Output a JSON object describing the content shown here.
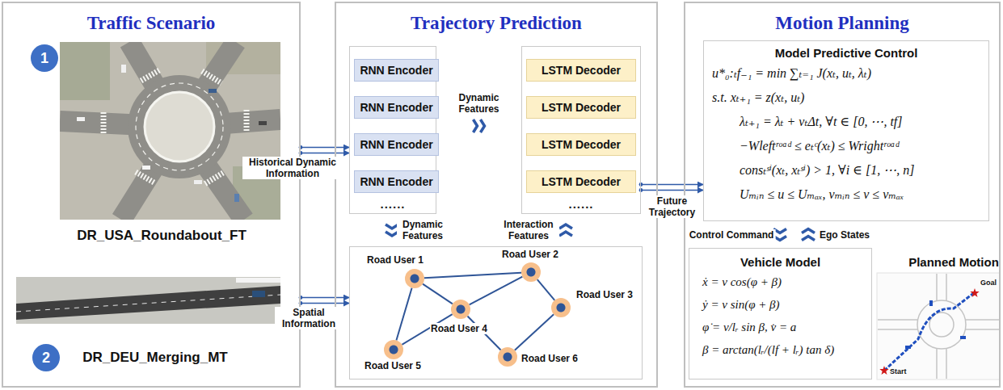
{
  "diagram": {
    "nodes": [
      {
        "text": [
          "Traffic Scenario"
        ]
      },
      {
        "text": [
          "1"
        ],
        "in": 0
      },
      {
        "text": [
          "2"
        ],
        "in": 0
      },
      {
        "text": [
          "Trajectory Prediction"
        ]
      },
      {
        "text": [
          "......"
        ],
        "in": 3
      },
      {
        "text": [
          "RNN Encoder"
        ],
        "in": 4
      },
      {
        "text": [
          "RNN Encoder"
        ],
        "in": 4
      },
      {
        "text": [
          "RNN Encoder"
        ],
        "in": 4
      },
      {
        "text": [
          "RNN Encoder"
        ],
        "in": 4
      },
      {
        "text": [
          "......"
        ],
        "in": 3
      },
      {
        "text": [
          "LSTM Decoder"
        ],
        "in": 9
      },
      {
        "text": [
          "LSTM Decoder"
        ],
        "in": 9
      },
      {
        "text": [
          "LSTM Decoder"
        ],
        "in": 9
      },
      {
        "text": [
          "LSTM Decoder"
        ],
        "in": 9
      },
      {
        "text": [],
        "in": 3
      },
      {
        "text": [
          "Road User 1"
        ],
        "in": 14
      },
      {
        "text": [
          "Road User 2"
        ],
        "in": 14
      },
      {
        "text": [
          "Road User 3"
        ],
        "in": 14
      },
      {
        "text": [
          "Road User 4"
        ],
        "in": 14
      },
      {
        "text": [
          "Road User 5"
        ],
        "in": 14
      },
      {
        "text": [
          "Road User 6"
        ],
        "in": 14
      },
      {
        "text": [
          "Motion Planning"
        ]
      },
      {
        "text": [
          "Model Predictive Control",
          "u*₀:ₜf₋₁ = min ∑ₜ₌₁ J(xₜ, uₜ, λₜ)",
          "s.t. xₜ₊₁ = z(xₜ, uₜ)",
          "λₜ₊₁ = λₜ + vₜΔt, ∀t ∈ [0, ⋯, tf]",
          "−Wleftʳᵒᵃᵈ ≤ eₜᶜ(xₜ) ≤ Wrightʳᵒᵃᵈ",
          "consₜˢⁱ(xₜ, xₜˢⁱ) > 1, ∀i ∈ [1, ⋯, n]",
          "Uₘᵢₙ ≤ u ≤ Uₘₐₓ, vₘᵢₙ ≤ v ≤ vₘₐₓ"
        ],
        "in": 21
      },
      {
        "text": [
          "Vehicle Model",
          "ẋ = v cos(φ + β)",
          "ẏ = v sin(φ + β)",
          "φ̇ = v/lᵣ sin β, v̇ = a",
          "β = arctan(lᵣ/(lf + lᵣ) tan δ)"
        ],
        "in": 21
      }
    ],
    "edges": [
      {
        "from": 0,
        "to": 4,
        "arrow": "to",
        "label": "Historical Dynamic Information"
      },
      {
        "from": 0,
        "to": 14,
        "arrow": "to",
        "label": "Spatial Information"
      },
      {
        "from": 4,
        "to": 9,
        "arrow": "to",
        "label": "Dynamic Features"
      },
      {
        "from": 4,
        "to": 14,
        "arrow": "to",
        "label": "Dynamic Features"
      },
      {
        "from": 14,
        "to": 9,
        "arrow": "to",
        "label": "Interaction Features"
      },
      {
        "from": 9,
        "to": 22,
        "arrow": "to",
        "label": "Future Trajectory"
      },
      {
        "from": 22,
        "to": 23,
        "arrow": "to",
        "label": "Control Command"
      },
      {
        "from": 23,
        "to": 22,
        "arrow": "to",
        "label": "Ego States"
      },
      {
        "from": 15,
        "to": 16,
        "arrow": "none"
      },
      {
        "from": 15,
        "to": 18,
        "arrow": "none"
      },
      {
        "from": 15,
        "to": 19,
        "arrow": "none"
      },
      {
        "from": 18,
        "to": 16,
        "arrow": "none"
      },
      {
        "from": 16,
        "to": 17,
        "arrow": "none"
      },
      {
        "from": 17,
        "to": 20,
        "arrow": "none"
      },
      {
        "from": 18,
        "to": 20,
        "arrow": "none"
      },
      {
        "from": 19,
        "to": 18,
        "arrow": "none"
      }
    ],
    "labels": [
      "DR_USA_Roundabout_FT",
      "DR_DEU_Merging_MT",
      "Planned Motion",
      "Start",
      "Goal"
    ]
  }
}
